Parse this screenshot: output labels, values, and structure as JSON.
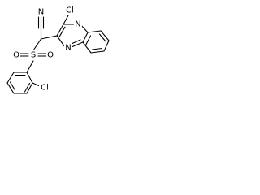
{
  "molecule": {
    "atoms": {
      "nitrile_n": "N",
      "quinoxaline_cl": "Cl",
      "ring_n_top": "N",
      "ring_n_bottom": "N",
      "sulfonyl_s": "S",
      "sulfonyl_o_left": "O",
      "sulfonyl_o_right": "O",
      "aryl_cl": "Cl"
    },
    "colors": {
      "bond": "#000000",
      "text": "#000000",
      "background": "#ffffff"
    }
  }
}
